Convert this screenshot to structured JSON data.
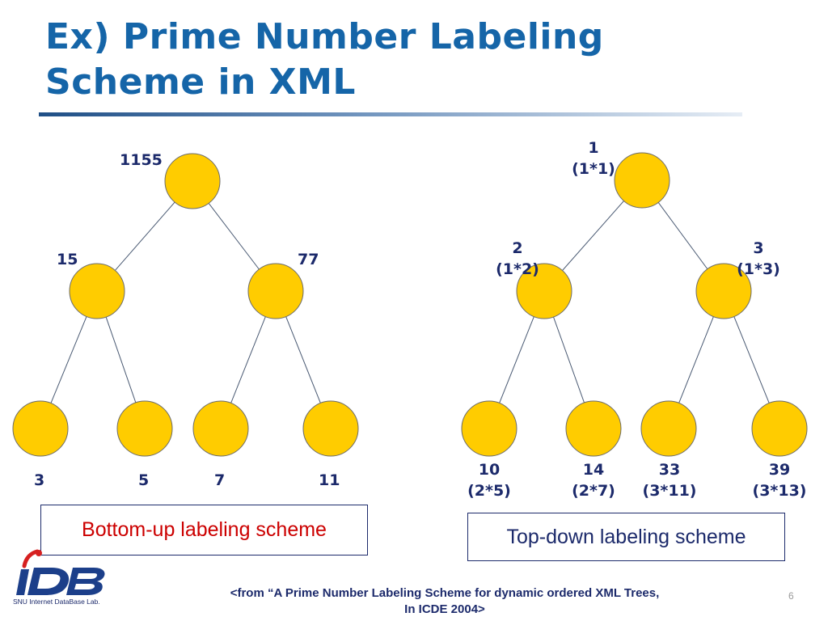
{
  "slide": {
    "title_line1": "Ex) Prime Number Labeling",
    "title_line2": "Scheme in XML",
    "citation_line1": "<from “A Prime Number Labeling Scheme for dynamic ordered XML Trees,",
    "citation_line2": "In ICDE 2004>",
    "page_number": "6"
  },
  "left_tree": {
    "caption": "Bottom-up labeling scheme",
    "nodes": [
      {
        "id": "root",
        "label": "1155"
      },
      {
        "id": "a",
        "label": "15"
      },
      {
        "id": "b",
        "label": "77"
      },
      {
        "id": "aa",
        "label": "3"
      },
      {
        "id": "ab",
        "label": "5"
      },
      {
        "id": "ba",
        "label": "7"
      },
      {
        "id": "bb",
        "label": "11"
      }
    ]
  },
  "right_tree": {
    "caption": "Top-down labeling scheme",
    "nodes": [
      {
        "id": "root",
        "label": "1",
        "sub": "(1*1)"
      },
      {
        "id": "a",
        "label": "2",
        "sub": "(1*2)"
      },
      {
        "id": "b",
        "label": "3",
        "sub": "(1*3)"
      },
      {
        "id": "aa",
        "label": "10",
        "sub": "(2*5)"
      },
      {
        "id": "ab",
        "label": "14",
        "sub": "(2*7)"
      },
      {
        "id": "ba",
        "label": "33",
        "sub": "(3*11)"
      },
      {
        "id": "bb",
        "label": "39",
        "sub": "(3*13)"
      }
    ]
  },
  "logo": {
    "mark": "iDB",
    "subtitle": "SNU Internet DataBase Lab."
  },
  "colors": {
    "title": "#1565a8",
    "node_fill": "#ffcc00",
    "label": "#1c2a6b",
    "bottom_up_caption": "#cc0000",
    "top_down_caption": "#1c2a6b"
  }
}
